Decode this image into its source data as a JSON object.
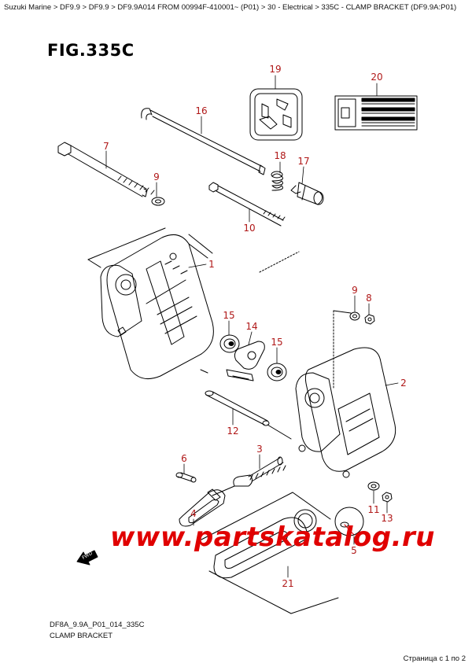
{
  "breadcrumb": "Suzuki Marine > DF9.9 > DF9.9 > DF9.9A014 FROM 00994F-410001~ (P01) > 30 - Electrical > 335C - CLAMP BRACKET (DF9.9A:P01)",
  "figure_title": "FIG.335C",
  "callouts": {
    "c19": "19",
    "c20": "20",
    "c16": "16",
    "c7": "7",
    "c9a": "9",
    "c18": "18",
    "c17": "17",
    "c10": "10",
    "c1": "1",
    "c9b": "9",
    "c8": "8",
    "c15a": "15",
    "c14": "14",
    "c15b": "15",
    "c2": "2",
    "c12": "12",
    "c6": "6",
    "c3": "3",
    "c4": "4",
    "c11": "11",
    "c13": "13",
    "c5": "5",
    "c21": "21"
  },
  "watermark": "www.partskatalog.ru",
  "fwd_label": "FWD",
  "figure_code": "DF8A_9.9A_P01_014_335C",
  "figure_caption": "CLAMP BRACKET",
  "pager": "Страница с 1 по 2",
  "colors": {
    "callout": "#b01818",
    "watermark": "#e00000",
    "line": "#000000"
  }
}
